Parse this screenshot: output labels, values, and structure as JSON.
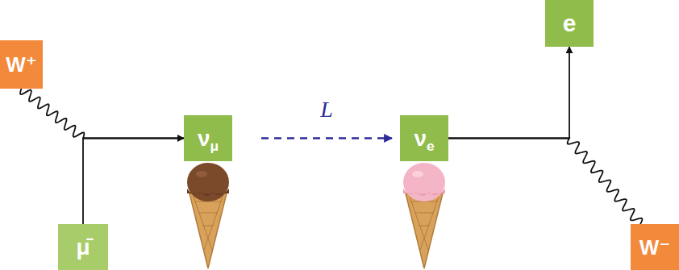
{
  "diagram": {
    "nodes": [
      {
        "text": [
          "W⁺"
        ]
      },
      {
        "text": [
          "μ̄"
        ]
      },
      {
        "text": [
          "νμ"
        ]
      },
      {
        "text": [
          "νe"
        ]
      },
      {
        "text": [
          "e"
        ]
      },
      {
        "text": [
          "W⁻"
        ]
      }
    ],
    "edges": [
      {
        "from": 0,
        "to": 2,
        "arrow": "none"
      },
      {
        "from": 1,
        "to": 2,
        "arrow": "to"
      },
      {
        "from": 2,
        "to": 3,
        "label": "L",
        "arrow": "to"
      },
      {
        "from": 3,
        "to": 4,
        "arrow": "to"
      },
      {
        "from": 3,
        "to": 5,
        "arrow": "none"
      }
    ]
  }
}
